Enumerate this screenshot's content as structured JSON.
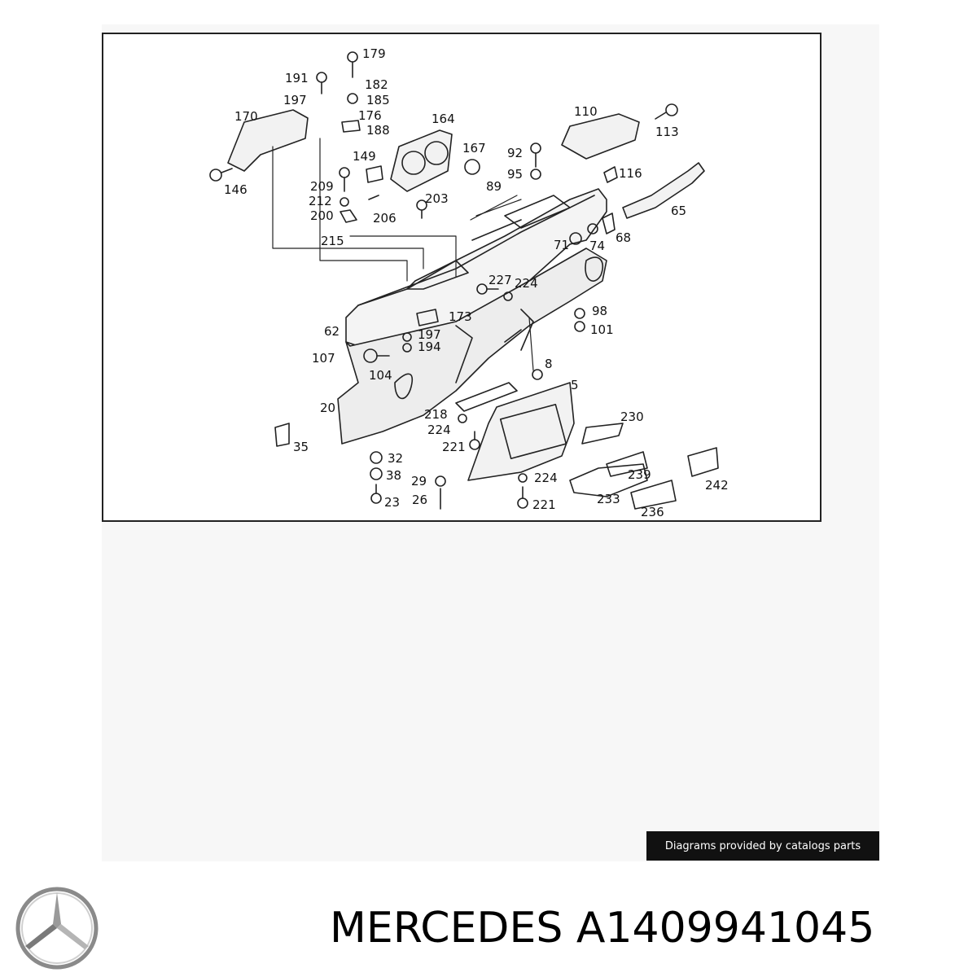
{
  "diagram": {
    "callouts": [
      "179",
      "191",
      "182",
      "197",
      "185",
      "176",
      "170",
      "188",
      "164",
      "110",
      "113",
      "167",
      "92",
      "149",
      "95",
      "146",
      "116",
      "209",
      "203",
      "212",
      "89",
      "200",
      "206",
      "65",
      "215",
      "71",
      "74",
      "68",
      "227",
      "224",
      "173",
      "98",
      "62",
      "197",
      "194",
      "101",
      "107",
      "104",
      "8",
      "5",
      "20",
      "218",
      "230",
      "224",
      "221",
      "35",
      "32",
      "38",
      "29",
      "224",
      "239",
      "26",
      "23",
      "242",
      "233",
      "221",
      "236"
    ]
  },
  "credit_text": "Diagrams provided by catalogs parts",
  "brand": "MERCEDES",
  "part_number": "A1409941045",
  "logo_icon": "mercedes-star-icon"
}
